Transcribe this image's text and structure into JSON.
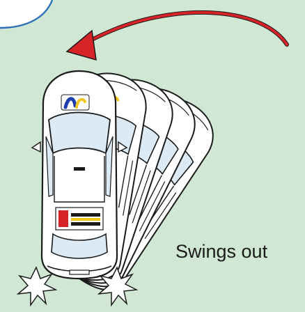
{
  "caption": "Swings out",
  "colors": {
    "background": "#cfe7d3",
    "arrow": "#d62328",
    "arc_line": "#1a1a1a",
    "moon_edge": "#2a6fb8",
    "car_body": "#ffffff",
    "glass": "#dbeaf5",
    "outline": "#1a1a1a",
    "logo_blue": "#1f3fb0",
    "logo_yellow": "#f2c81e",
    "logo_red": "#d62328",
    "ghost_stripe": "#888888"
  },
  "icons": {
    "rotation_arrow": "curved-arrow-left",
    "sparks": "impact-star",
    "car": "top-view-car"
  },
  "car_poses": [
    {
      "angle_deg": 0,
      "role": "start"
    },
    {
      "angle_deg": 10,
      "role": "ghost"
    },
    {
      "angle_deg": 19,
      "role": "ghost"
    },
    {
      "angle_deg": 27,
      "role": "ghost"
    },
    {
      "angle_deg": 34,
      "role": "ghost"
    }
  ]
}
